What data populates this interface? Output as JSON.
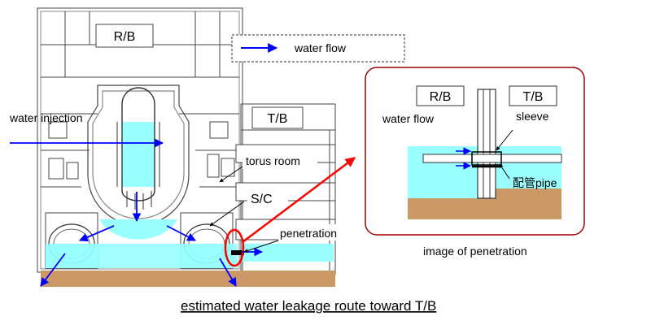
{
  "labels": {
    "rb_main": "R/B",
    "tb_main": "T/B",
    "legend": "water flow",
    "water_injection": "water injection",
    "torus_room": "torus room",
    "sc": "S/C",
    "penetration": "penetration",
    "inset_rb": "R/B",
    "inset_tb": "T/B",
    "inset_water_flow": "water flow",
    "inset_sleeve": "sleeve",
    "inset_pipe": "配管pipe",
    "inset_caption": "image of penetration",
    "caption": "estimated water leakage route toward T/B"
  },
  "colors": {
    "water": "#99ffff",
    "ground": "#cc9966",
    "flow_arrow": "#0000ff",
    "highlight": "#ff0000",
    "inset_border": "#a00000",
    "line": "#333333"
  },
  "icons": {
    "legend_arrow": "arrow-right-icon",
    "flow_arrows": "arrow-icon"
  }
}
